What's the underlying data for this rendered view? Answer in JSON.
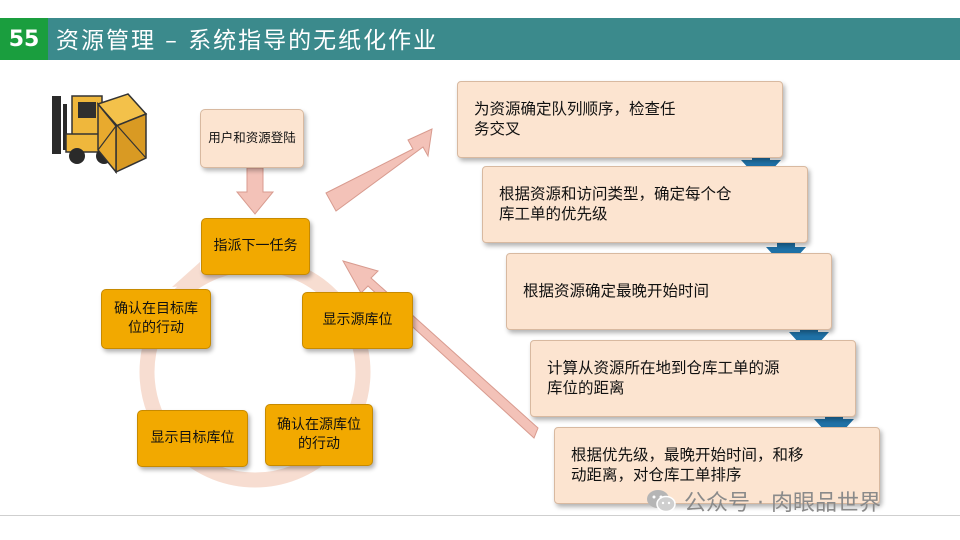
{
  "slide": {
    "number": "55",
    "title": "资源管理 – 系统指导的无纸化作业"
  },
  "cycle": {
    "login": "用户和资源登陆",
    "assign": "指派下一任务",
    "show_source": "显示源库位",
    "confirm_source": "确认在源库位的行动",
    "show_target": "显示目标库位",
    "confirm_target": "确认在目标库位的行动"
  },
  "steps": [
    "为资源确定队列顺序，检查任务交叉",
    "根据资源和访问类型，确定每个仓库工单的优先级",
    "根据资源确定最晚开始时间",
    "计算从资源所在地到仓库工单的源库位的距离",
    "根据优先级，最晚开始时间，和移动距离，对仓库工单排序"
  ],
  "watermark": "公众号 · 肉眼品世界",
  "icons": {
    "forklift": "forklift-icon",
    "watermark": "wechat-icon"
  },
  "colors": {
    "header": "#3b8a8c",
    "number_badge": "#1a9e3e",
    "cream_box": "#fce4d0",
    "orange_box": "#f2a900",
    "down_arrow": "#1f72a8",
    "pink_arrow": "#f3c2b8"
  }
}
